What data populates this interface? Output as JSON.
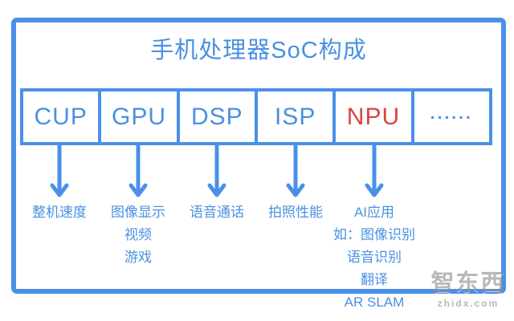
{
  "title": "手机处理器SoC构成",
  "colors": {
    "primary_blue": "#4a90e8",
    "text_blue": "#4a90e2",
    "npu_red": "#dc4340",
    "watermark_gray": "#8d8d8d"
  },
  "soc_blocks": [
    {
      "id": "cup",
      "label": "CUP",
      "highlight": false,
      "dots": false,
      "description_lines": [
        "整机速度"
      ]
    },
    {
      "id": "gpu",
      "label": "GPU",
      "highlight": false,
      "dots": false,
      "description_lines": [
        "图像显示",
        "视频",
        "游戏"
      ]
    },
    {
      "id": "dsp",
      "label": "DSP",
      "highlight": false,
      "dots": false,
      "description_lines": [
        "语音通话"
      ]
    },
    {
      "id": "isp",
      "label": "ISP",
      "highlight": false,
      "dots": false,
      "description_lines": [
        "拍照性能"
      ]
    },
    {
      "id": "npu",
      "label": "NPU",
      "highlight": true,
      "dots": false,
      "description_lines": [
        "AI应用",
        "如：图像识别",
        "语音识别",
        "翻译",
        "AR SLAM"
      ]
    },
    {
      "id": "more",
      "label": "......",
      "highlight": false,
      "dots": true,
      "description_lines": []
    }
  ],
  "watermark": {
    "logo": "智东西",
    "site": "zhidx.com"
  }
}
